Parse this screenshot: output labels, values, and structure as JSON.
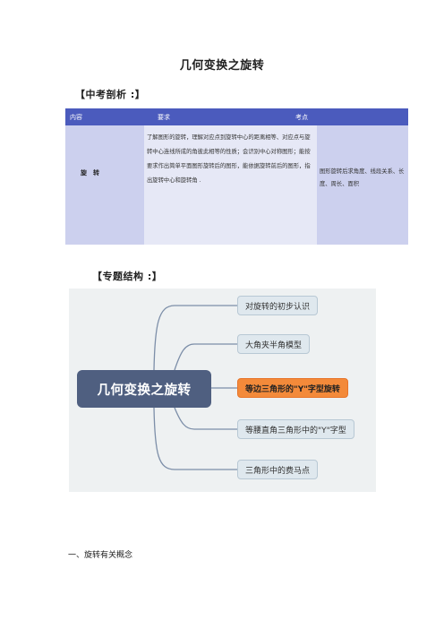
{
  "doc": {
    "title": "几何变换之旋转",
    "section_analysis": "【中考剖析 :】",
    "section_structure": "【专题结构 :】",
    "section_one": "一、旋转有关概念"
  },
  "table": {
    "headers": [
      "内容",
      "要求",
      "考点"
    ],
    "row": {
      "content": "旋　转",
      "requirement": "了解图形的旋转，理解对应点到旋转中心的距离相等、对应点与旋转中心连线所成的角彼此相等的性质；会识别中心对称图形；能按要求作出简单平面图形旋转后的图形，能依据旋转前后的图形，指出旋转中心和旋转角 .",
      "points": "图形旋转后求角度、线段关系、长度、周长、面积"
    }
  },
  "mindmap": {
    "central": "几何变换之旋转",
    "topics": [
      {
        "label": "对旋转的初步认识",
        "highlight": false
      },
      {
        "label": "大角夹半角模型",
        "highlight": false
      },
      {
        "label": "等边三角形的\"Y\"字型旋转",
        "highlight": true
      },
      {
        "label": "等腰直角三角形中的\"Y\"字型",
        "highlight": false
      },
      {
        "label": "三角形中的费马点",
        "highlight": false
      }
    ],
    "colors": {
      "central": "#4f5f80",
      "highlight": "#f38a3a",
      "topic": "#dfe8ee",
      "background": "#eef1f2"
    }
  },
  "colors": {
    "table_header": "#4b5bbd",
    "table_body": "#ccd0ee"
  }
}
